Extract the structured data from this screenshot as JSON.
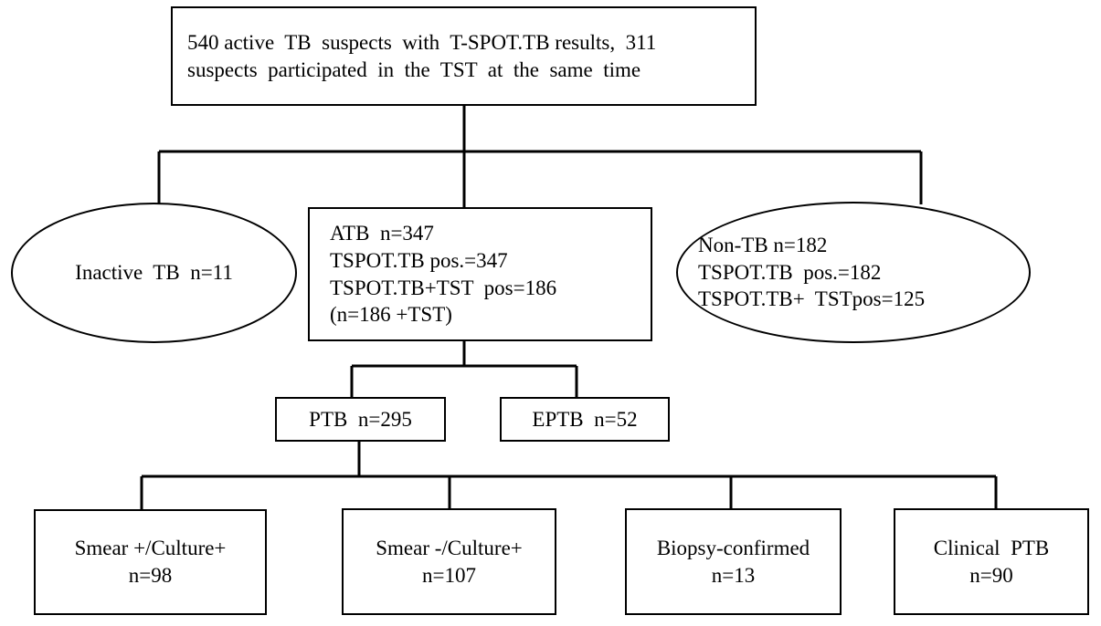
{
  "diagram": {
    "title": "TB suspect enrollment and diagnostic classification flowchart",
    "stroke_color": "#000000",
    "background_color": "#ffffff",
    "nodes": {
      "root": {
        "shape": "rectangle",
        "lines": [
          "540 active  TB  suspects  with  T-SPOT.TB results,  311",
          "suspects  participated  in  the  TST  at  the  same  time"
        ]
      },
      "inactive_tb": {
        "shape": "ellipse",
        "lines": [
          "Inactive  TB  n=11"
        ]
      },
      "atb": {
        "shape": "rectangle",
        "lines": [
          "ATB  n=347",
          "TSPOT.TB pos.=347",
          "TSPOT.TB+TST  pos=186",
          "(n=186 +TST)"
        ]
      },
      "non_tb": {
        "shape": "ellipse",
        "lines": [
          "Non-TB n=182",
          "TSPOT.TB  pos.=182",
          "TSPOT.TB+  TSTpos=125"
        ]
      },
      "ptb": {
        "shape": "rectangle",
        "lines": [
          "PTB  n=295"
        ]
      },
      "eptb": {
        "shape": "rectangle",
        "lines": [
          "EPTB  n=52"
        ]
      },
      "smear_pos_culture_pos": {
        "shape": "rectangle",
        "lines": [
          "Smear +/Culture+",
          "n=98"
        ]
      },
      "smear_neg_culture_pos": {
        "shape": "rectangle",
        "lines": [
          "Smear -/Culture+",
          "n=107"
        ]
      },
      "biopsy_confirmed": {
        "shape": "rectangle",
        "lines": [
          "Biopsy-confirmed",
          "n=13"
        ]
      },
      "clinical_ptb": {
        "shape": "rectangle",
        "lines": [
          "Clinical  PTB",
          "n=90"
        ]
      }
    }
  }
}
